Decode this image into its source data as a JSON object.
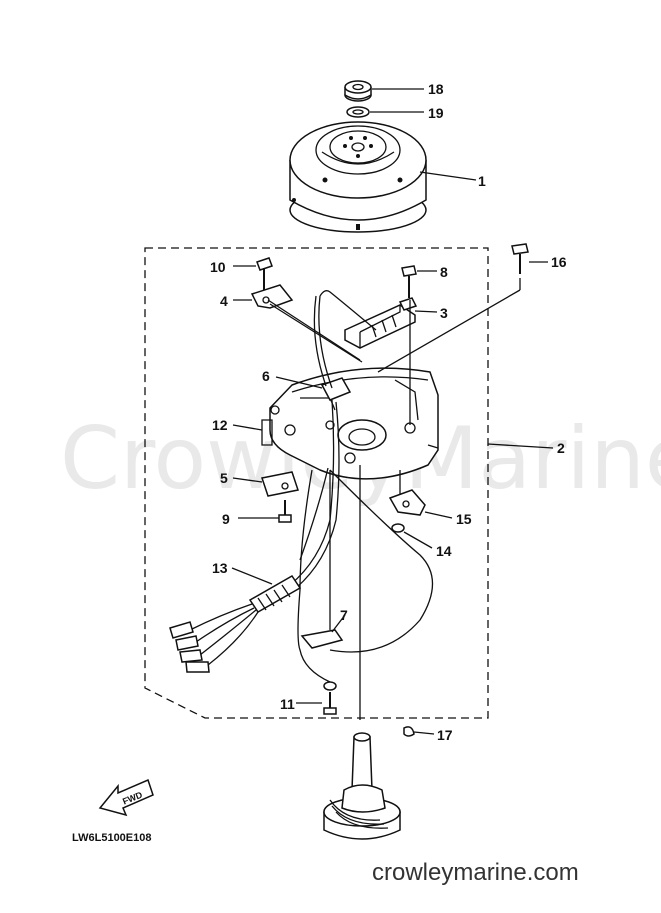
{
  "watermark": "CrowleyMarine",
  "footer_url": "crowleymarine.com",
  "diagram_code": "LW6L5100E108",
  "fwd_label": "FWD",
  "callouts": {
    "c1": "1",
    "c2": "2",
    "c3": "3",
    "c4": "4",
    "c5": "5",
    "c6": "6",
    "c7": "7",
    "c8": "8",
    "c9": "9",
    "c10": "10",
    "c11": "11",
    "c12": "12",
    "c13": "13",
    "c14": "14",
    "c15": "15",
    "c16": "16",
    "c17": "17",
    "c18": "18",
    "c19": "19"
  }
}
